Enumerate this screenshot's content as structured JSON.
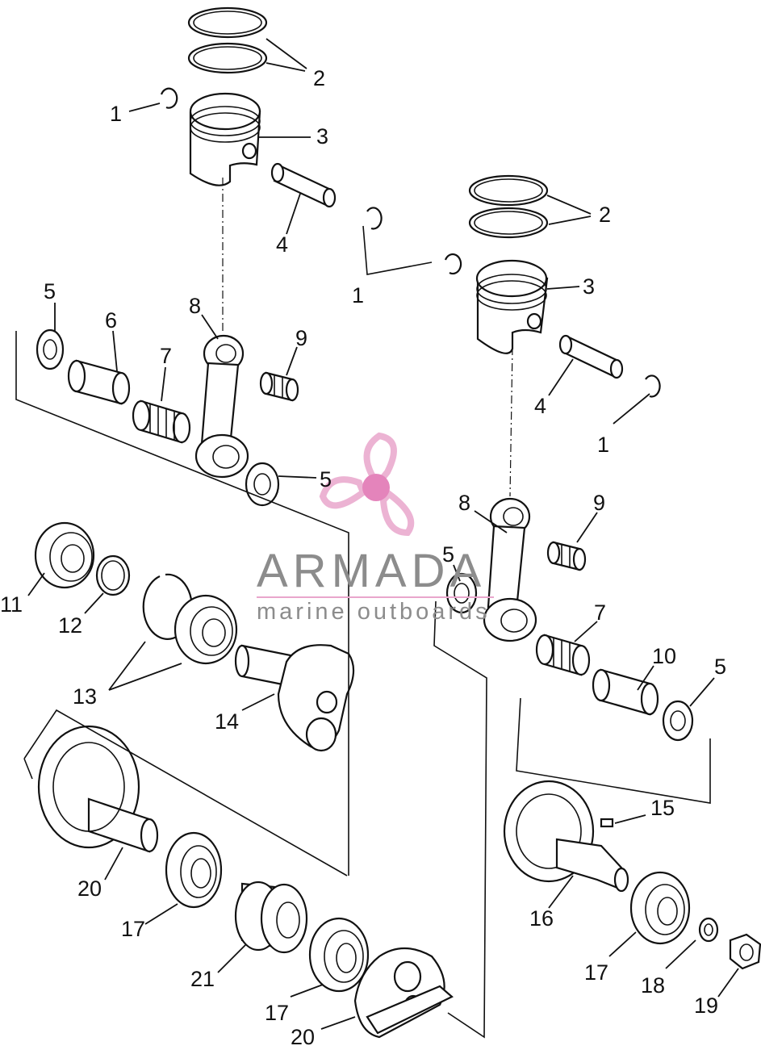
{
  "watermark": {
    "brand": "ARMADA",
    "tagline": "marine outboards"
  },
  "callouts": {
    "c1a": "1",
    "c1b": "1",
    "c1c": "1",
    "c2a": "2",
    "c2b": "2",
    "c3a": "3",
    "c3b": "3",
    "c4a": "4",
    "c4b": "4",
    "c5a": "5",
    "c5b": "5",
    "c5c": "5",
    "c5d": "5",
    "c6": "6",
    "c7a": "7",
    "c7b": "7",
    "c8a": "8",
    "c8b": "8",
    "c9a": "9",
    "c9b": "9",
    "c10": "10",
    "c11": "11",
    "c12": "12",
    "c13": "13",
    "c14": "14",
    "c15": "15",
    "c16": "16",
    "c17a": "17",
    "c17b": "17",
    "c17c": "17",
    "c18": "18",
    "c19": "19",
    "c20a": "20",
    "c20b": "20",
    "c21": "21"
  },
  "colors": {
    "line": "#111111",
    "watermark_text": "#8c8c8c",
    "watermark_logo": "#e9a6cc",
    "watermark_hub": "#e06fb0"
  }
}
